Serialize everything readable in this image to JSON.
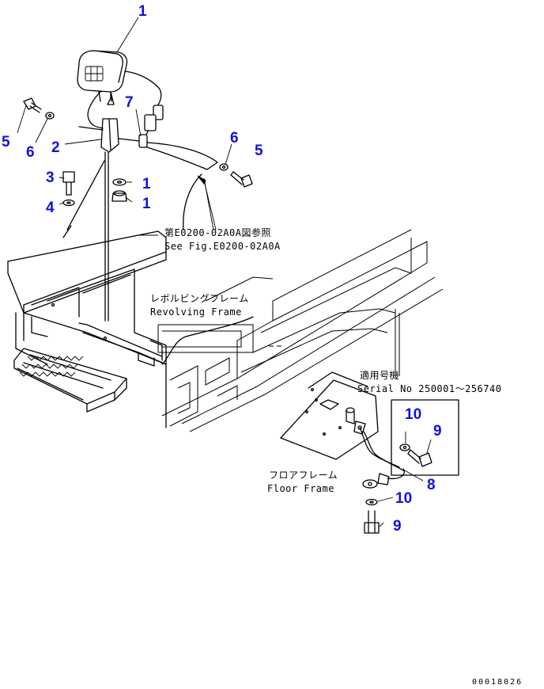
{
  "callouts": [
    {
      "id": "c1a",
      "label": "1"
    },
    {
      "id": "c2",
      "label": "2"
    },
    {
      "id": "c3",
      "label": "3"
    },
    {
      "id": "c4",
      "label": "4"
    },
    {
      "id": "c5a",
      "label": "5"
    },
    {
      "id": "c6a",
      "label": "6"
    },
    {
      "id": "c7",
      "label": "7"
    },
    {
      "id": "c6b",
      "label": "6"
    },
    {
      "id": "c5b",
      "label": "5"
    },
    {
      "id": "c1b",
      "label": "1"
    },
    {
      "id": "c1c",
      "label": "1"
    },
    {
      "id": "c10a",
      "label": "10"
    },
    {
      "id": "c9a",
      "label": "9"
    },
    {
      "id": "c8",
      "label": "8"
    },
    {
      "id": "c10b",
      "label": "10"
    },
    {
      "id": "c9b",
      "label": "9"
    }
  ],
  "notes": {
    "see_fig_jp": "第E0200-02A0A図参照",
    "see_fig_en": "See Fig.E0200-02A0A",
    "revolving_jp": "レボルビングフレーム",
    "revolving_en": "Revolving Frame",
    "serial_jp": "適用号機",
    "serial_en": "Serial No 250001～256740",
    "floor_jp": "フロアフレーム",
    "floor_en": "Floor Frame"
  },
  "drawing_code": "00018026"
}
